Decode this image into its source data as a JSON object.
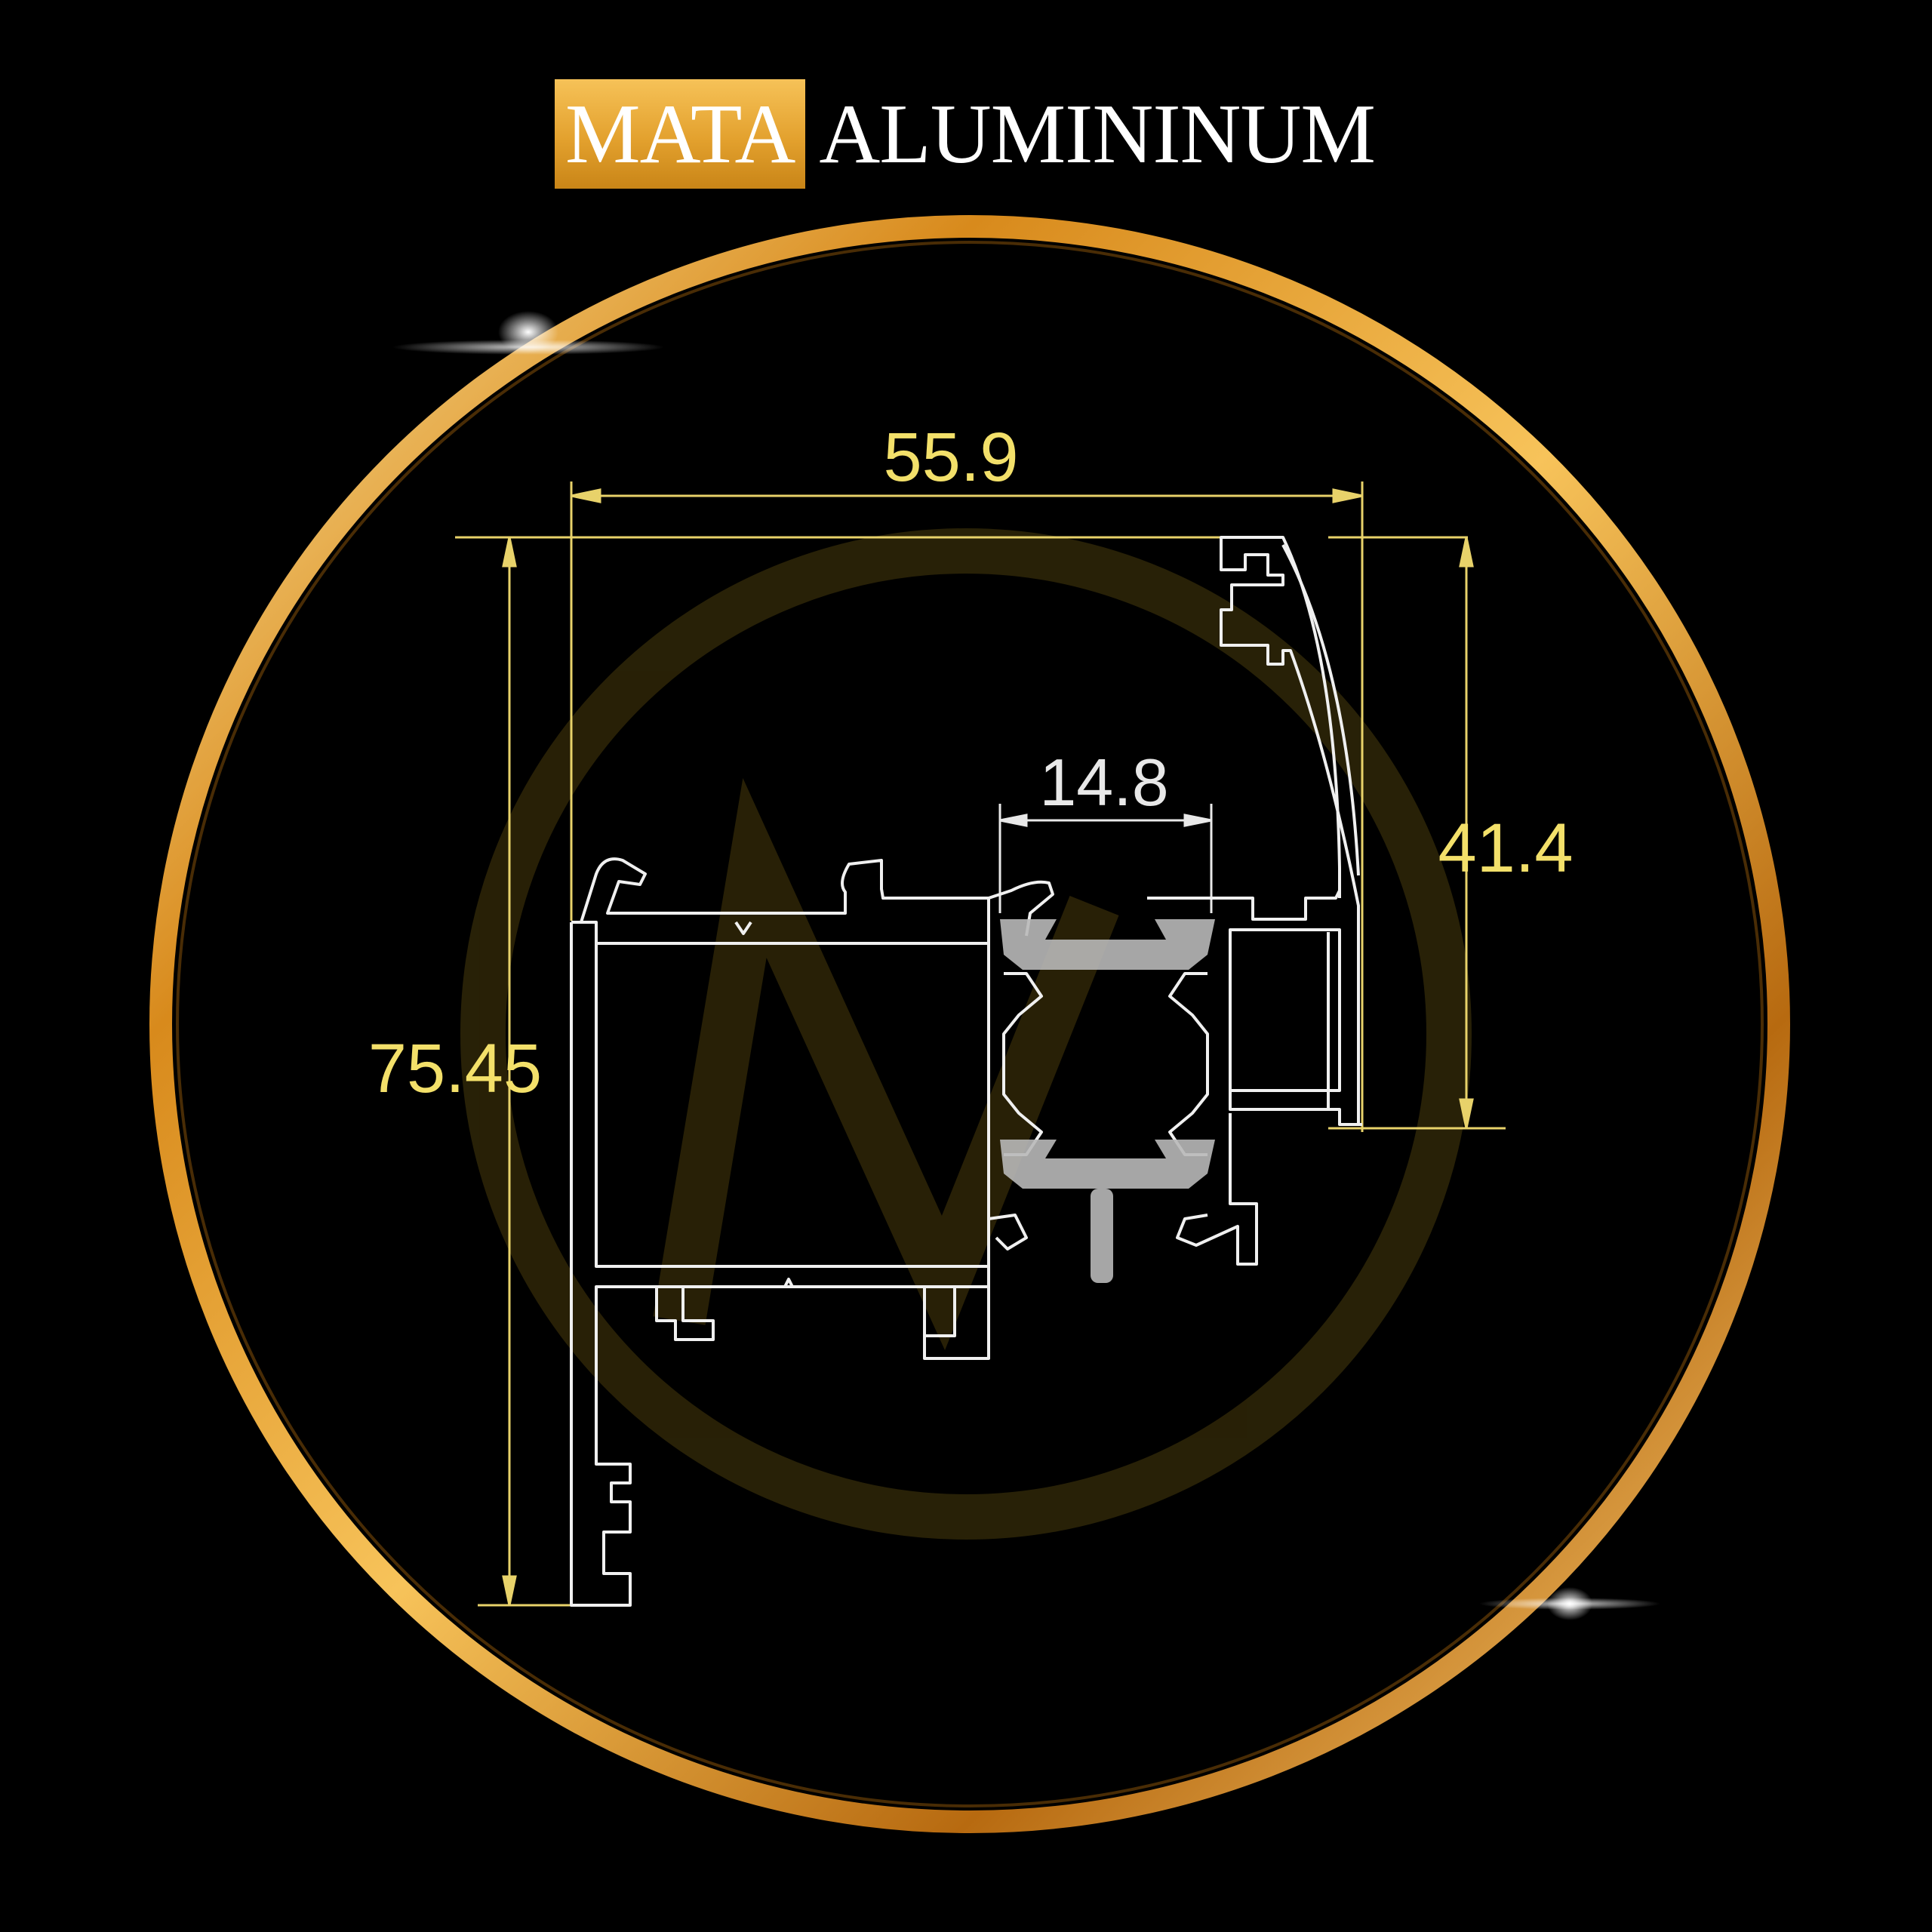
{
  "brand": {
    "highlight_text": "MATA",
    "text": "ALUMININUM",
    "highlight_color": "#e8a530",
    "text_color": "#ffffff"
  },
  "dimensions": {
    "width_top": "55.9",
    "total_height": "75.45",
    "right_height": "41.4",
    "inner_width": "14.8"
  },
  "colors": {
    "background": "#000000",
    "ring": "#e1a23a",
    "dimension_line": "#e8d26a",
    "profile_line": "#f0f0f0",
    "thermal_break": "#b8b8b8"
  }
}
